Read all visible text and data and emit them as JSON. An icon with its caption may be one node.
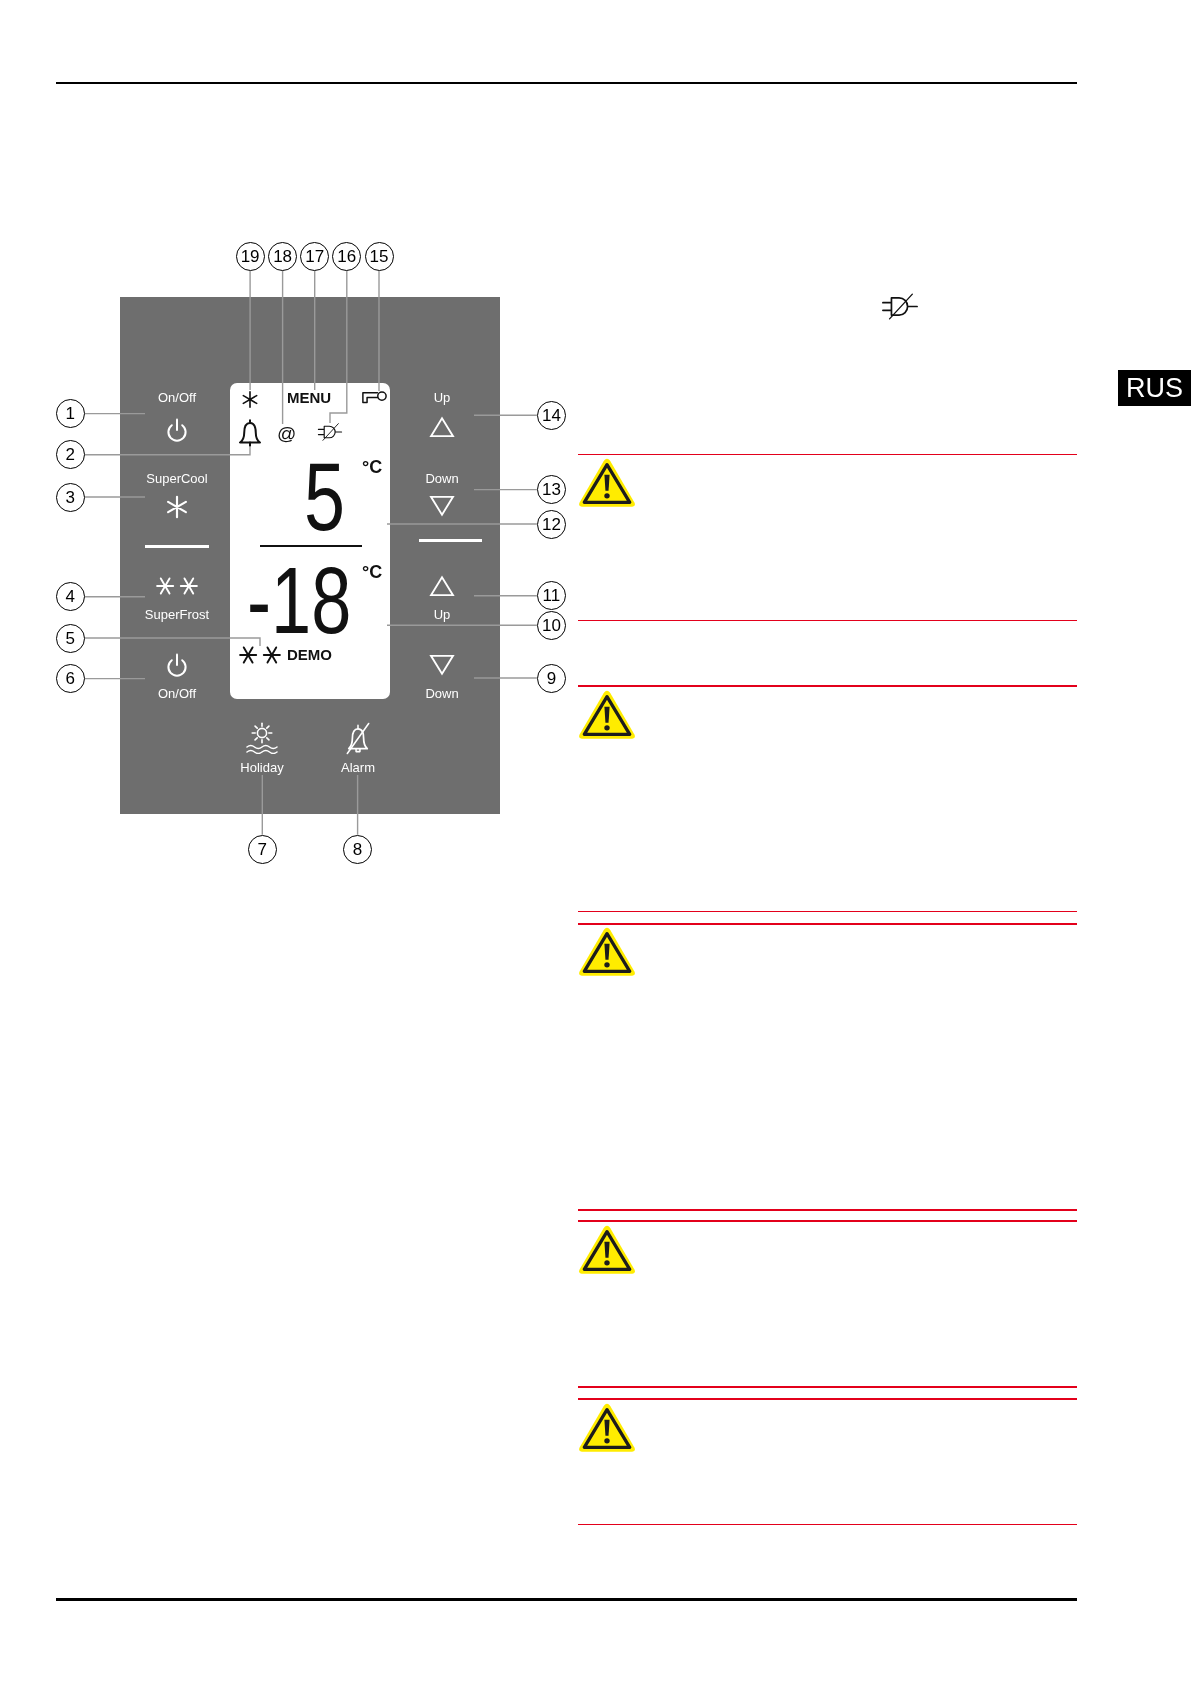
{
  "diagram": {
    "nodes": [
      {
        "text": [],
        "shape": "box"
      },
      {
        "text": [
          "On/Off"
        ],
        "in": 0
      },
      {
        "text": [],
        "shape": "box",
        "in": 0
      },
      {
        "text": [],
        "shape": "picture",
        "in": 2
      },
      {
        "text": [
          "MENU"
        ],
        "in": 2
      },
      {
        "text": [],
        "shape": "picture",
        "in": 2
      },
      {
        "text": [],
        "shape": "picture",
        "in": 2
      },
      {
        "text": [
          "@"
        ],
        "in": 2
      },
      {
        "text": [],
        "shape": "picture",
        "in": 2
      },
      {
        "text": [
          "Up"
        ],
        "in": 0
      },
      {
        "text": [
          "SuperCool"
        ],
        "in": 0
      },
      {
        "text": [
          "5"
        ],
        "beside": [
          "°C"
        ],
        "in": 2
      },
      {
        "text": [
          "Down"
        ],
        "in": 0
      },
      {
        "text": [
          "SuperFrost"
        ],
        "in": 0
      },
      {
        "text": [
          "-18"
        ],
        "beside": [
          "°C"
        ],
        "in": 2
      },
      {
        "text": [
          "Up"
        ],
        "in": 0
      },
      {
        "text": [],
        "shape": "picture",
        "in": 2
      },
      {
        "text": [
          "On/Off"
        ],
        "in": 0
      },
      {
        "text": [
          "Down"
        ],
        "in": 0
      },
      {
        "text": [
          "Holiday"
        ],
        "in": 0
      },
      {
        "text": [
          "Alarm"
        ],
        "in": 0
      },
      {
        "text": [
          "1"
        ]
      },
      {
        "text": [
          "2"
        ]
      },
      {
        "text": [
          "3"
        ]
      },
      {
        "text": [
          "4"
        ]
      },
      {
        "text": [
          "5"
        ]
      },
      {
        "text": [
          "6"
        ]
      },
      {
        "text": [
          "7"
        ]
      },
      {
        "text": [
          "8"
        ]
      },
      {
        "text": [
          "9"
        ]
      },
      {
        "text": [
          "10"
        ]
      },
      {
        "text": [
          "11"
        ]
      },
      {
        "text": [
          "12"
        ]
      },
      {
        "text": [
          "13"
        ]
      },
      {
        "text": [
          "14"
        ]
      },
      {
        "text": [
          "15"
        ]
      },
      {
        "text": [
          "16"
        ]
      },
      {
        "text": [
          "17"
        ]
      },
      {
        "text": [
          "18"
        ]
      },
      {
        "text": [
          "19"
        ]
      }
    ],
    "edges": [
      {
        "from": 21,
        "to": 1,
        "arrow": "none"
      },
      {
        "from": 22,
        "to": 6,
        "arrow": "none"
      },
      {
        "from": 23,
        "to": 10,
        "arrow": "none"
      },
      {
        "from": 24,
        "to": 13,
        "arrow": "none"
      },
      {
        "from": 25,
        "to": 16,
        "arrow": "none"
      },
      {
        "from": 26,
        "to": 17,
        "arrow": "none"
      },
      {
        "from": 27,
        "to": 19,
        "arrow": "none"
      },
      {
        "from": 28,
        "to": 20,
        "arrow": "none"
      },
      {
        "from": 29,
        "to": 18,
        "arrow": "none"
      },
      {
        "from": 30,
        "to": 14,
        "arrow": "none"
      },
      {
        "from": 31,
        "to": 15,
        "arrow": "none"
      },
      {
        "from": 32,
        "to": 11,
        "arrow": "none"
      },
      {
        "from": 33,
        "to": 12,
        "arrow": "none"
      },
      {
        "from": 34,
        "to": 9,
        "arrow": "none"
      },
      {
        "from": 35,
        "to": 5,
        "arrow": "none"
      },
      {
        "from": 36,
        "to": 8,
        "arrow": "none"
      },
      {
        "from": 37,
        "to": 4,
        "arrow": "none"
      },
      {
        "from": 38,
        "to": 7,
        "arrow": "none"
      },
      {
        "from": 39,
        "to": 3,
        "arrow": "none"
      }
    ],
    "labels": [
      "DEMO",
      "RUS"
    ]
  }
}
